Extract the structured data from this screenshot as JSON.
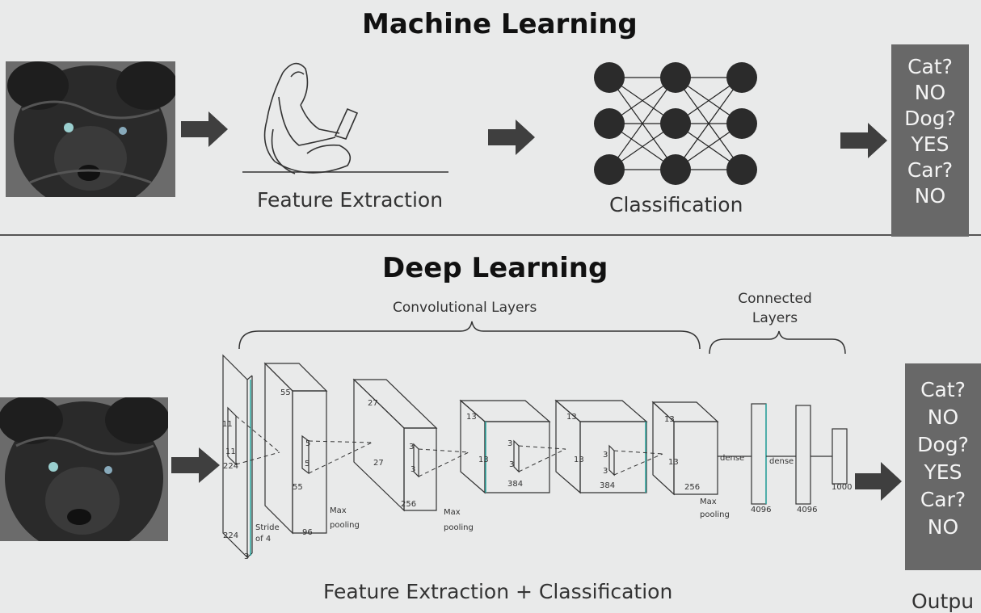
{
  "ml": {
    "title": "Machine Learning",
    "feature_label": "Feature Extraction",
    "classification_label": "Classification",
    "output": [
      "Cat?",
      "NO",
      "Dog?",
      "YES",
      "Car?",
      "NO"
    ]
  },
  "dl": {
    "title": "Deep Learning",
    "conv_label": "Convolutional Layers",
    "connected_label_1": "Connected",
    "connected_label_2": "Layers",
    "bottom_caption": "Feature Extraction + Classification",
    "output": [
      "Cat?",
      "NO",
      "Dog?",
      "YES",
      "Car?",
      "NO"
    ],
    "output_caption": "Outpu",
    "arch": {
      "l0_top": "11",
      "l0_mid": "11",
      "l0_side": "224",
      "l0_bottom": "224",
      "l0_depth": "3",
      "stride_1": "Stride",
      "stride_2": "of 4",
      "l1_top": "55",
      "l1_side": "55",
      "l1_k1": "5",
      "l1_k2": "5",
      "l1_depth": "96",
      "pool1_1": "Max",
      "pool1_2": "pooling",
      "l2_top": "27",
      "l2_side": "27",
      "l2_k1": "3",
      "l2_k2": "3",
      "l2_depth": "256",
      "pool2_1": "Max",
      "pool2_2": "pooling",
      "l3_top": "13",
      "l3_side": "13",
      "l3_k1": "3",
      "l3_k2": "3",
      "l3_depth": "384",
      "l4_top": "13",
      "l4_side": "13",
      "l4_k1": "3",
      "l4_k2": "3",
      "l4_depth": "384",
      "l5_top": "13",
      "l5_side": "13",
      "l5_depth": "256",
      "pool3_1": "Max",
      "pool3_2": "pooling",
      "dense1": "dense",
      "dense2": "dense",
      "fc1": "4096",
      "fc2": "4096",
      "fc3": "1000"
    }
  },
  "colors": {
    "output_bg": "#686868",
    "arrow": "#3f3f3f",
    "node": "#2b2b2b",
    "accent": "#2aa7a0"
  }
}
